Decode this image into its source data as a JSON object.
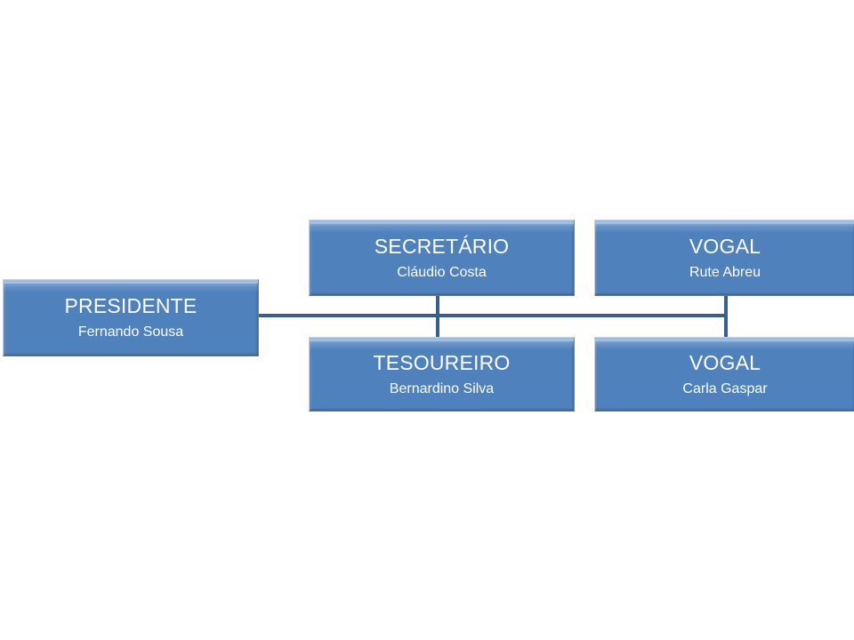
{
  "chart": {
    "type": "org-chart",
    "background_color": "#FFFFFF",
    "node_fill_color": "#4F81BD",
    "node_text_color": "#FFFFFF",
    "connector_color": "#3A5F8A",
    "nodes": [
      {
        "id": "presidente",
        "title": "PRESIDENTE",
        "name": "Fernando Sousa",
        "level": 1,
        "column": 1,
        "row": 1
      },
      {
        "id": "secretario",
        "title": "SECRETÁRIO",
        "name": "Cláudio Costa",
        "level": 2,
        "column": 2,
        "row": 1
      },
      {
        "id": "tesoureiro",
        "title": "TESOUREIRO",
        "name": "Bernardino Silva",
        "level": 2,
        "column": 2,
        "row": 2
      },
      {
        "id": "vogal-1",
        "title": "VOGAL",
        "name": "Rute Abreu",
        "level": 2,
        "column": 3,
        "row": 1
      },
      {
        "id": "vogal-2",
        "title": "VOGAL",
        "name": "Carla Gaspar",
        "level": 2,
        "column": 3,
        "row": 2
      }
    ],
    "connections": [
      {
        "from": "presidente",
        "to": "secretario"
      },
      {
        "from": "presidente",
        "to": "tesoureiro"
      },
      {
        "from": "presidente",
        "to": "vogal-1"
      },
      {
        "from": "presidente",
        "to": "vogal-2"
      }
    ]
  }
}
